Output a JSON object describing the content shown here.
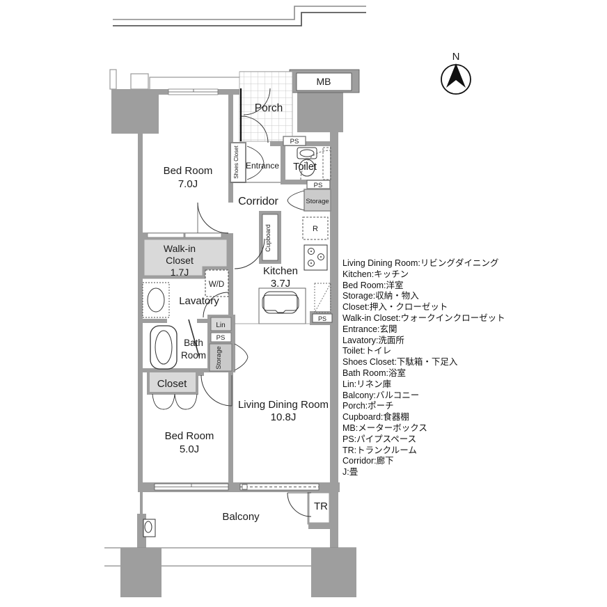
{
  "colors": {
    "wall_gray": "#9e9e9e",
    "room_fill_light": "#d9d9d9",
    "storage_fill": "#cbcbcb",
    "line_dark": "#333333",
    "text": "#1b1b1b"
  },
  "plan": {
    "rooms": {
      "bed_room_7": {
        "name": "Bed Room",
        "size": "7.0J"
      },
      "bed_room_5": {
        "name": "Bed Room",
        "size": "5.0J"
      },
      "living_dining": {
        "name": "Living Dining Room",
        "size": "10.8J"
      },
      "kitchen": {
        "name": "Kitchen",
        "size": "3.7J"
      },
      "walk_in_closet": {
        "line1": "Walk-in",
        "line2": "Closet",
        "size": "1.7J"
      },
      "porch": {
        "name": "Porch"
      },
      "entrance": {
        "name": "Entrance"
      },
      "corridor": {
        "name": "Corridor"
      },
      "toilet": {
        "name": "Toilet"
      },
      "lavatory": {
        "name": "Lavatory"
      },
      "bath_room": {
        "line1": "Bath",
        "line2": "Room"
      },
      "closet": {
        "name": "Closet"
      },
      "balcony": {
        "name": "Balcony"
      },
      "shoes_closet": {
        "name": "Shoes Closet"
      },
      "cupboard": {
        "name": "Cupboard"
      }
    },
    "labels": {
      "mb": "MB",
      "tr": "TR",
      "ps": "PS",
      "storage": "Storage",
      "lin": "Lin",
      "wd": "W/D",
      "fridge": "R",
      "north": "N"
    }
  },
  "legend": {
    "items": [
      "Living Dining Room:リビングダイニング",
      "Kitchen:キッチン",
      "Bed Room:洋室",
      "Storage:収納・物入",
      "Closet:押入・クローゼット",
      "Walk-in Closet:ウォークインクローゼット",
      "Entrance:玄関",
      "Lavatory:洗面所",
      "Toilet:トイレ",
      "Shoes Closet:下駄箱・下足入",
      "Bath Room:浴室",
      "Lin:リネン庫",
      "Balcony:バルコニー",
      "Porch:ポーチ",
      "Cupboard:食器棚",
      "MB:メーターボックス",
      "PS:パイプスペース",
      "TR:トランクルーム",
      "Corridor:廊下",
      "J:畳"
    ]
  }
}
